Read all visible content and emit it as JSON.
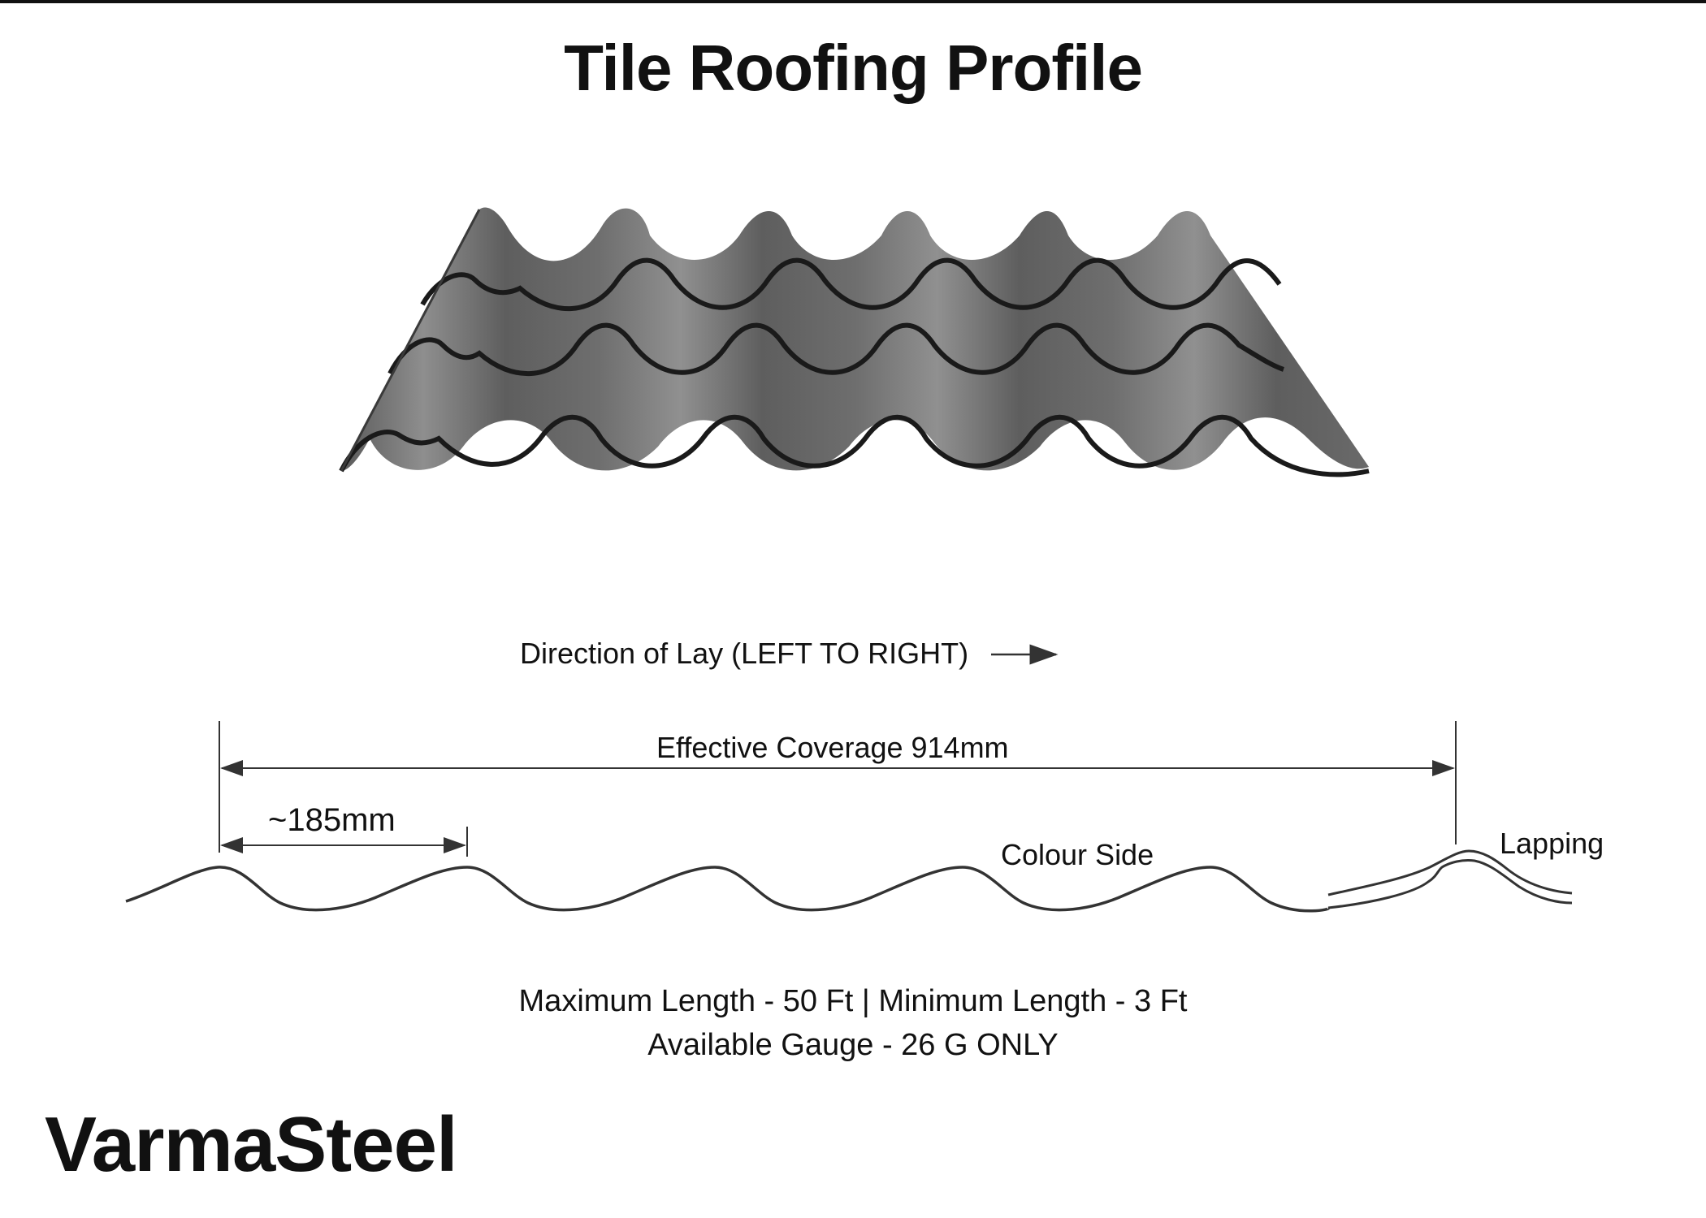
{
  "title": "Tile Roofing Profile",
  "direction_of_lay": "Direction of Lay (LEFT TO RIGHT)",
  "effective_coverage": "Effective Coverage 914mm",
  "pitch_dimension": "~185mm",
  "colour_side": "Colour Side",
  "lapping": "Lapping",
  "specs": {
    "length": "Maximum Length - 50 Ft | Minimum Length - 3 Ft",
    "gauge": "Available Gauge - 26 G ONLY"
  },
  "brand": "VarmaSteel",
  "colors": {
    "sheet": "#6b6b6b",
    "sheet_light": "#8a8a8a",
    "sheet_dark": "#4a4a4a",
    "step_line": "#1a1a1a",
    "ink": "#111111"
  }
}
